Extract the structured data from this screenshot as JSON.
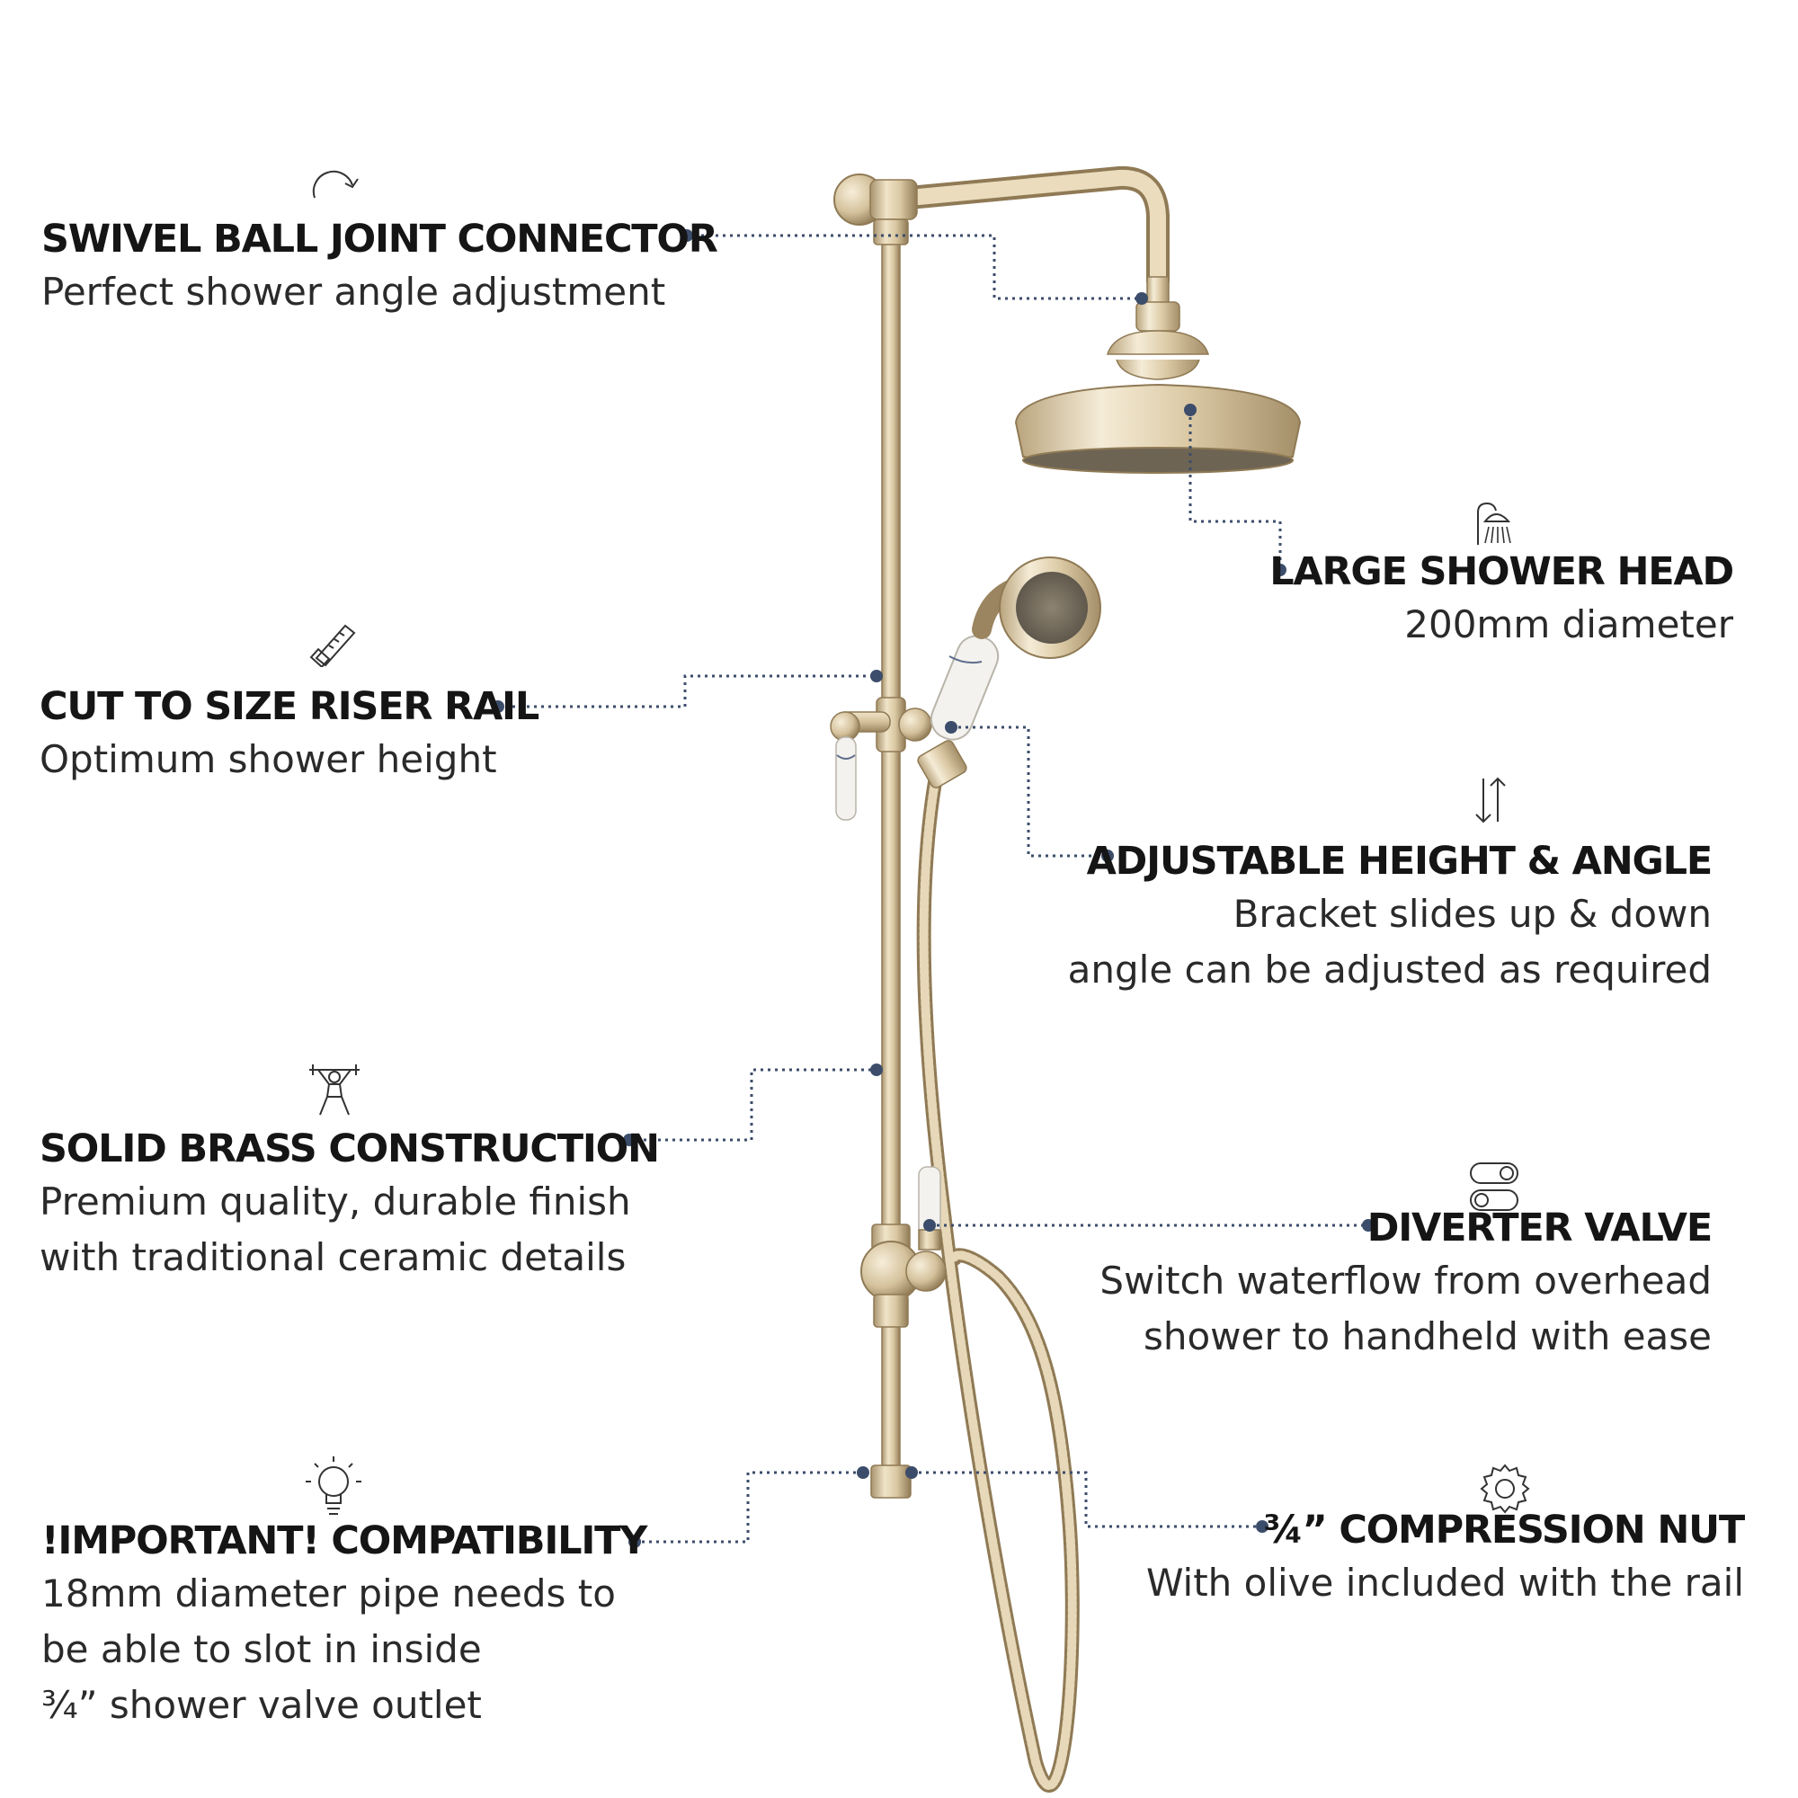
{
  "callouts": {
    "swivel": {
      "title": "SWIVEL BALL JOINT CONNECTOR",
      "desc": "Perfect shower angle adjustment",
      "icon": "rotate-arrow-icon"
    },
    "riser": {
      "title": "CUT TO SIZE RISER RAIL",
      "desc": "Optimum shower height",
      "icon": "saw-icon"
    },
    "brass": {
      "title": "SOLID BRASS CONSTRUCTION",
      "desc": "Premium quality, durable finish\nwith traditional ceramic details",
      "icon": "weightlifter-icon"
    },
    "compat": {
      "title": "!IMPORTANT! COMPATIBILITY",
      "desc": "18mm diameter pipe needs to\nbe able to slot in inside\n¾” shower valve outlet",
      "icon": "lightbulb-icon"
    },
    "head": {
      "title": "LARGE SHOWER HEAD",
      "desc": "200mm diameter",
      "icon": "shower-head-icon"
    },
    "adjust": {
      "title": "ADJUSTABLE HEIGHT & ANGLE",
      "desc": "Bracket slides up & down\nangle can be adjusted as required",
      "icon": "up-down-arrows-icon"
    },
    "diverter": {
      "title": "DIVERTER VALVE",
      "desc": "Switch waterflow from overhead\nshower to handheld with ease",
      "icon": "toggle-switch-icon"
    },
    "nut": {
      "title": "¾” COMPRESSION NUT",
      "desc": "With olive included with the rail",
      "icon": "gear-icon"
    }
  },
  "colors": {
    "brass": "#d8c6a2",
    "brass_dark": "#9c8762",
    "leader": "#3c4d6b",
    "ceramic": "#f4f2ee",
    "text": "#151515"
  }
}
